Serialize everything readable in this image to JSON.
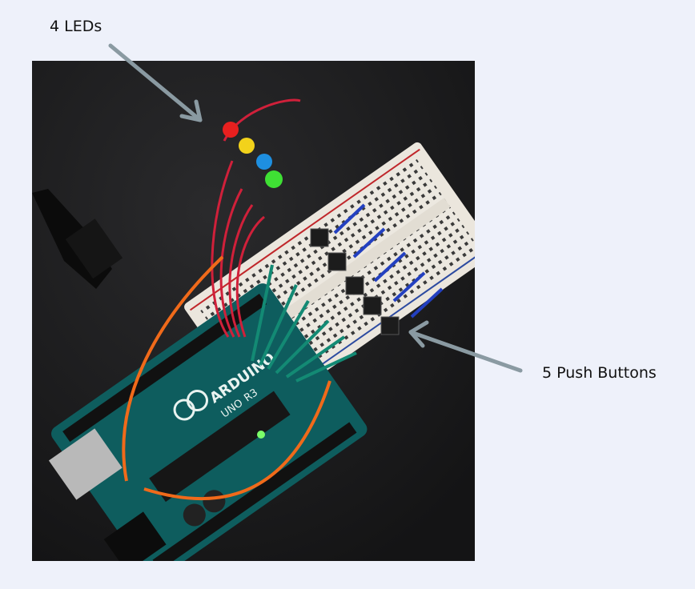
{
  "annotations": {
    "leds_label": "4 LEDs",
    "buttons_label": "5 Push Buttons",
    "arrow_color": "#8a9aa2"
  },
  "photo": {
    "board_text": [
      "ARDUINO",
      "UNO",
      "R3"
    ],
    "led_colors": [
      "#e8201f",
      "#f2d21b",
      "#1e8fe0",
      "#3fe034"
    ],
    "wire_colors": {
      "red": "#d0203a",
      "teal": "#138a74",
      "orange": "#f06a1a",
      "blue": "#2340c0"
    }
  }
}
